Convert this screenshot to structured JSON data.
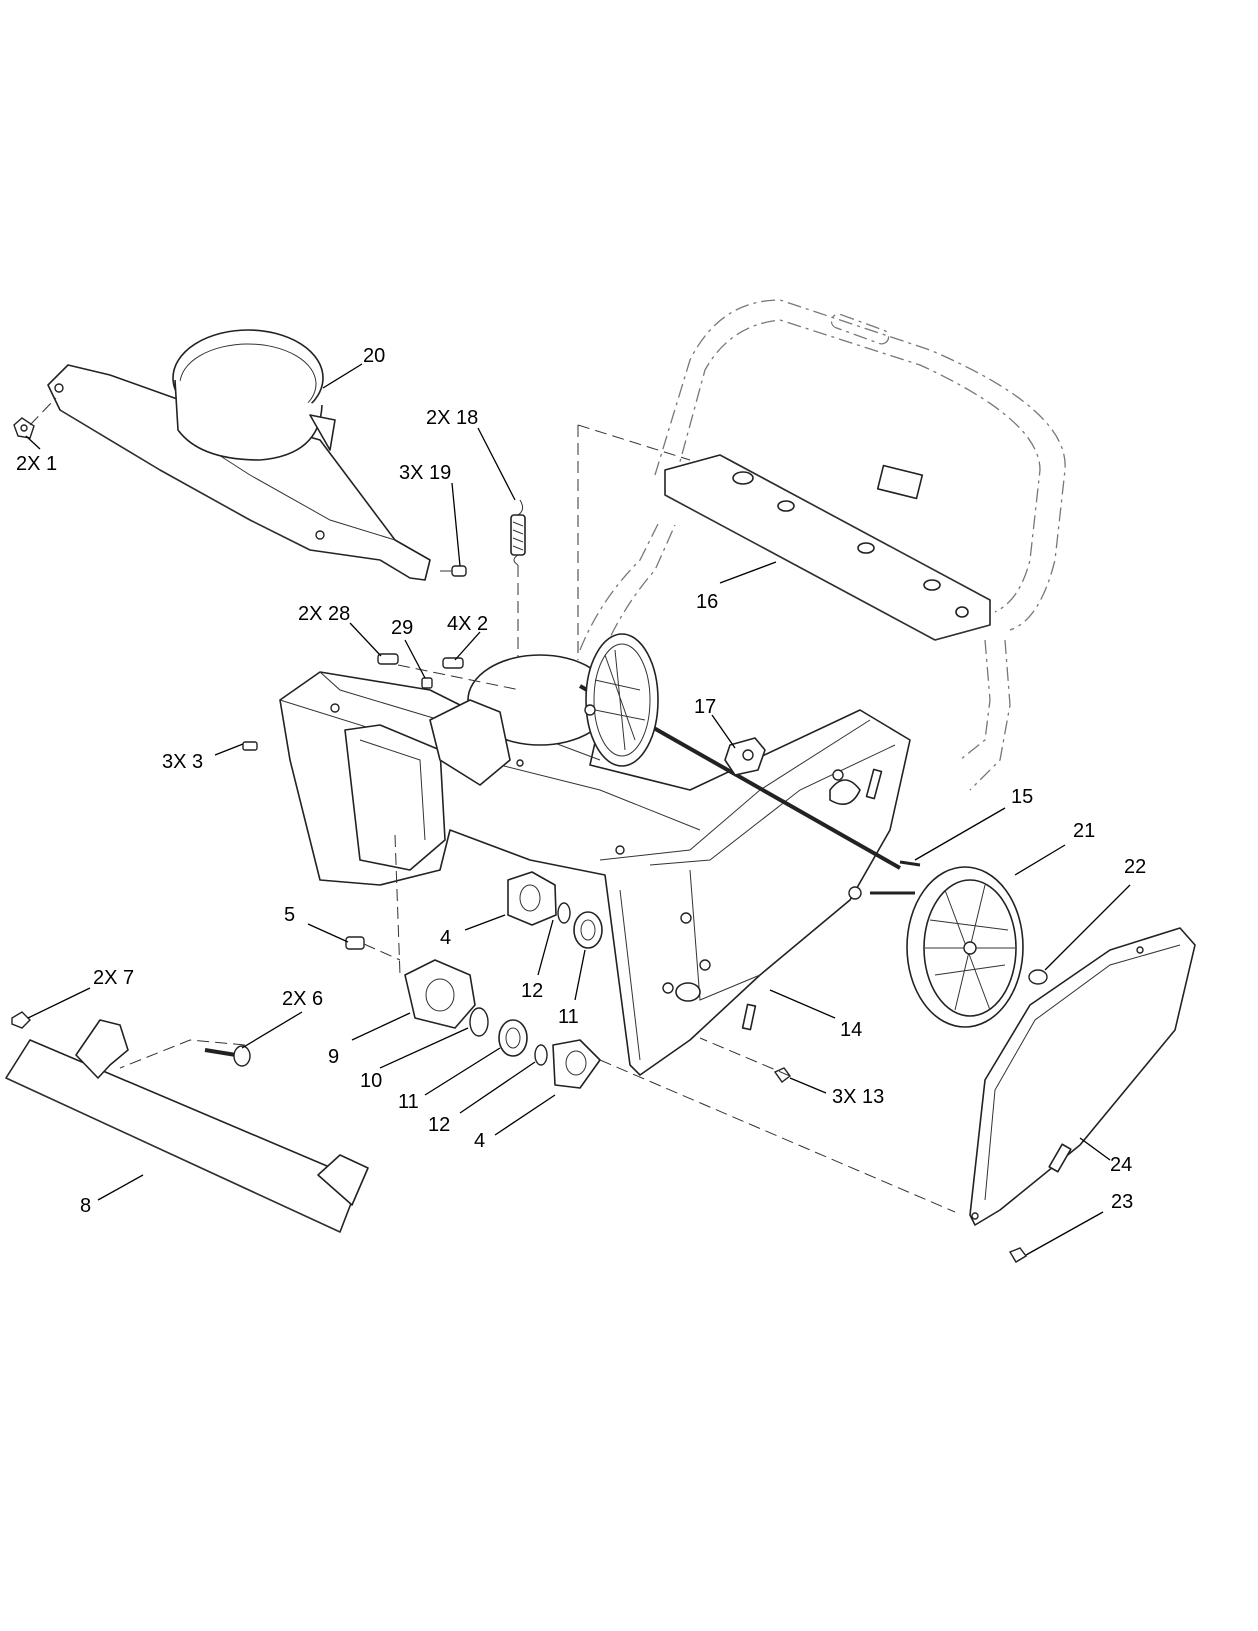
{
  "callouts": {
    "c20": "20",
    "c2x1": "2X  1",
    "c2x18": "2X 18",
    "c3x19": "3X 19",
    "c16": "16",
    "c2x28": "2X  28",
    "c29": "29",
    "c4x2": "4X  2",
    "c17": "17",
    "c3x3": "3X  3",
    "c15": "15",
    "c21": "21",
    "c22": "22",
    "c4a": "4",
    "c5": "5",
    "c12a": "12",
    "c11a": "11",
    "c2x7": "2X  7",
    "c2x6": "2X  6",
    "c9": "9",
    "c14": "14",
    "c10": "10",
    "c11b": "11",
    "c3x13": "3X 13",
    "c12b": "12",
    "c4b": "4",
    "c8": "8",
    "c24": "24",
    "c23": "23"
  }
}
